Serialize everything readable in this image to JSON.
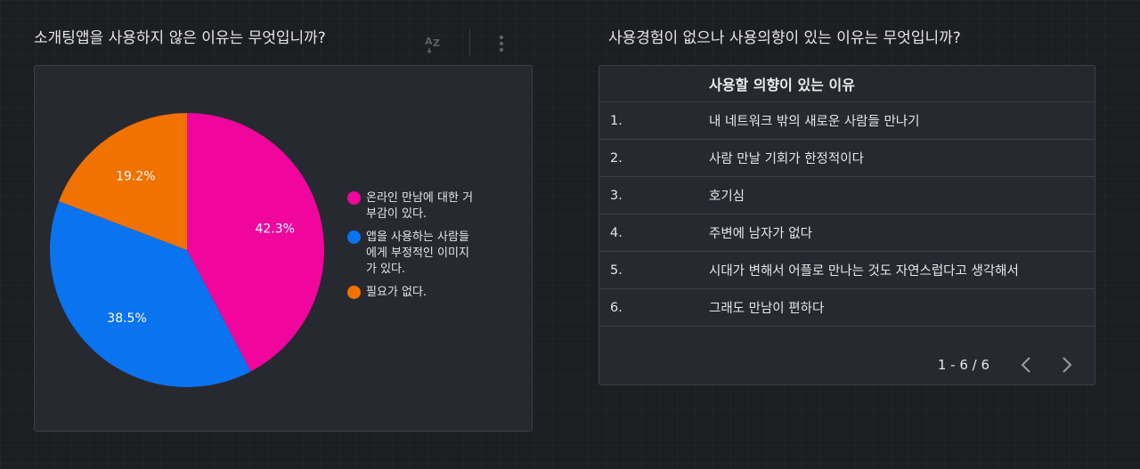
{
  "left_title": "소개팅앱을 사용하지 않은 이유는 무엇입니까?",
  "right_title": "사용경험이 없으나 사용의향이 있는 이유는 무엇입니까?",
  "toolbar": {
    "sort_icon": "sort-az-icon",
    "more_icon": "more-vertical-icon"
  },
  "chart_data": {
    "type": "pie",
    "title": "",
    "slices": [
      {
        "label": "온라인 만남에 대한 거부감이 있다.",
        "value": 42.3,
        "display": "42.3%",
        "color": "#f0069c"
      },
      {
        "label": "앱을 사용하는 사람들에게 부정적인 이미지가 있다.",
        "value": 38.5,
        "display": "38.5%",
        "color": "#0a73f0"
      },
      {
        "label": "필요가 없다.",
        "value": 19.2,
        "display": "19.2%",
        "color": "#f27200"
      }
    ],
    "legend_position": "right"
  },
  "legend_lines": [
    [
      "온라인 만남에 대한 거",
      "부감이 있다."
    ],
    [
      "앱을 사용하는 사람들",
      "에게 부정적인 이미지",
      "가 있다."
    ],
    [
      "필요가 없다."
    ]
  ],
  "table": {
    "header": "사용할 의향이 있는 이유",
    "rows": [
      {
        "num": "1.",
        "reason": "내 네트워크 밖의 새로운 사람들 만나기"
      },
      {
        "num": "2.",
        "reason": "사람 만날 기회가 한정적이다"
      },
      {
        "num": "3.",
        "reason": "호기심"
      },
      {
        "num": "4.",
        "reason": "주변에 남자가 없다"
      },
      {
        "num": "5.",
        "reason": "시대가 변해서 어플로 만나는 것도 자연스럽다고 생각해서"
      },
      {
        "num": "6.",
        "reason": "그래도 만남이 편하다"
      }
    ],
    "pagination": "1 - 6 / 6"
  }
}
